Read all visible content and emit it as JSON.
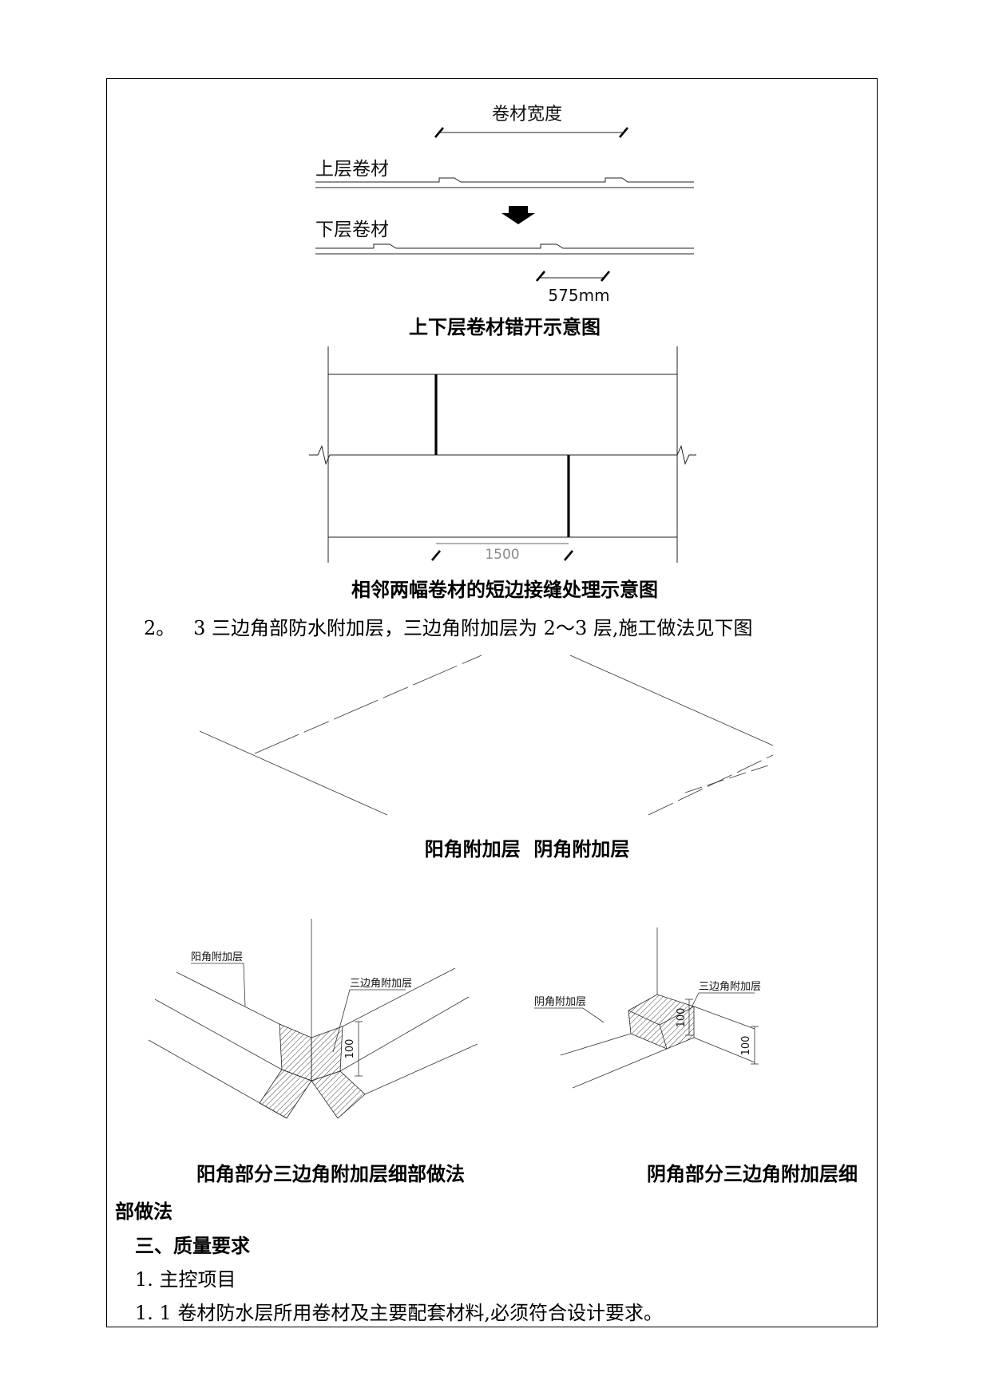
{
  "figure1": {
    "width_label": "卷材宽度",
    "upper_label": "上层卷材",
    "lower_label": "下层卷材",
    "offset_label": "575mm",
    "caption": "上下层卷材错开示意图"
  },
  "figure2": {
    "dimension_label": "1500",
    "caption": "相邻两幅卷材的短边接缝处理示意图"
  },
  "item2": "2。   3 三边角部防水附加层，三边角附加层为 2～3 层,施工做法见下图",
  "figure3": {
    "caption": "阳角附加层  阴角附加层"
  },
  "figure4": {
    "left": {
      "layer_label": "阳角附加层",
      "corner_label": "三边角附加层",
      "dimension": "100",
      "caption": "阳角部分三边角附加层细部做法"
    },
    "right": {
      "layer_label": "阴角附加层",
      "corner_label": "三边角附加层",
      "dimension_a": "100",
      "dimension_b": "100",
      "caption_line1": "阴角部分三边角附加层细",
      "caption_line2": "部做法"
    }
  },
  "quality": {
    "heading": "三、质量要求",
    "subheading": "1. 主控项目",
    "item": "1. 1 卷材防水层所用卷材及主要配套材料,必须符合设计要求。"
  }
}
